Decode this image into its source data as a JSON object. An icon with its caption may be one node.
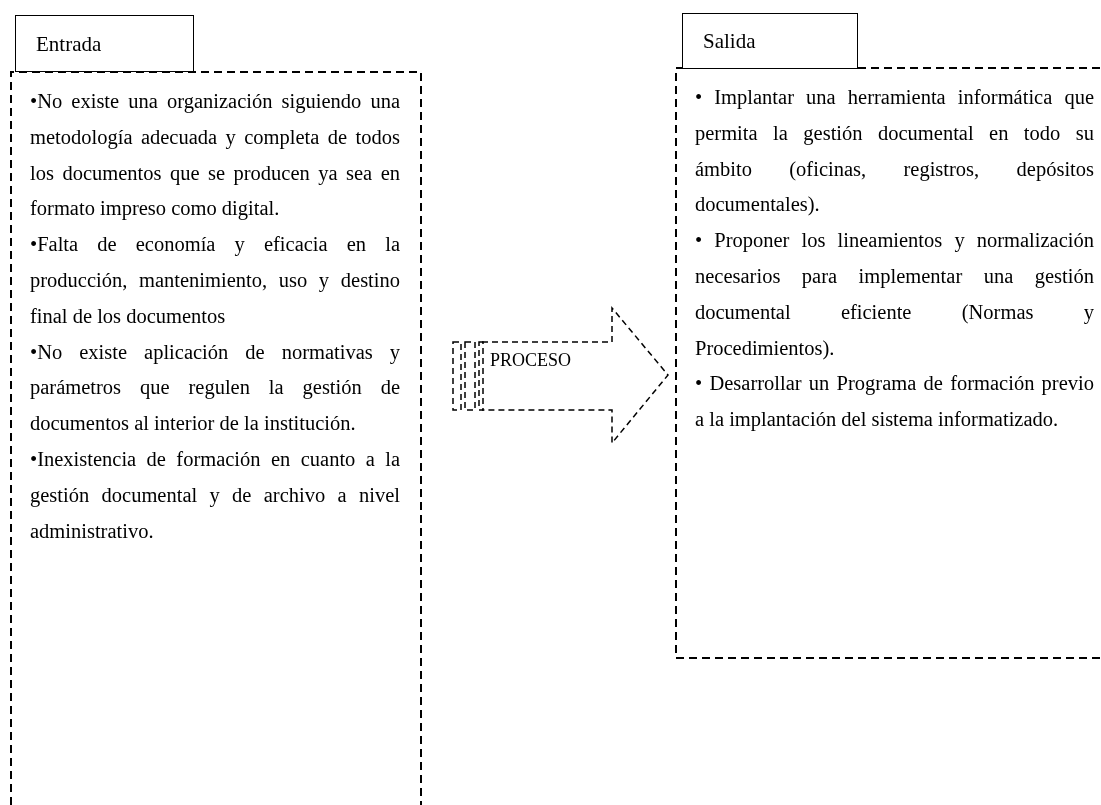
{
  "diagram": {
    "nodes": [
      {
        "text": [
          "Entrada"
        ]
      },
      {
        "text": [
          "•No existe una organización siguiendo una metodología adecuada y completa de todos los documentos que se producen ya sea en formato impreso como digital.",
          "•Falta de economía y eficacia en la producción, mantenimiento, uso y destino final de los documentos",
          "•No existe aplicación de normativas y parámetros que regulen la gestión de documentos al interior de la institución.",
          "•Inexistencia de formación en cuanto a la gestión documental y de archivo a nivel administrativo."
        ]
      },
      {
        "text": [
          "PROCESO"
        ]
      },
      {
        "text": [
          "Salida"
        ]
      },
      {
        "text": [
          "•  Implantar una herramienta informática que permita la gestión documental en todo su ámbito (oficinas, registros, depósitos documentales).",
          "• Proponer los lineamientos y normalización necesarios para implementar una gestión documental eficiente (Normas y Procedimientos).",
          "• Desarrollar un Programa de formación previo a la implantación del sistema informatizado."
        ]
      }
    ]
  }
}
